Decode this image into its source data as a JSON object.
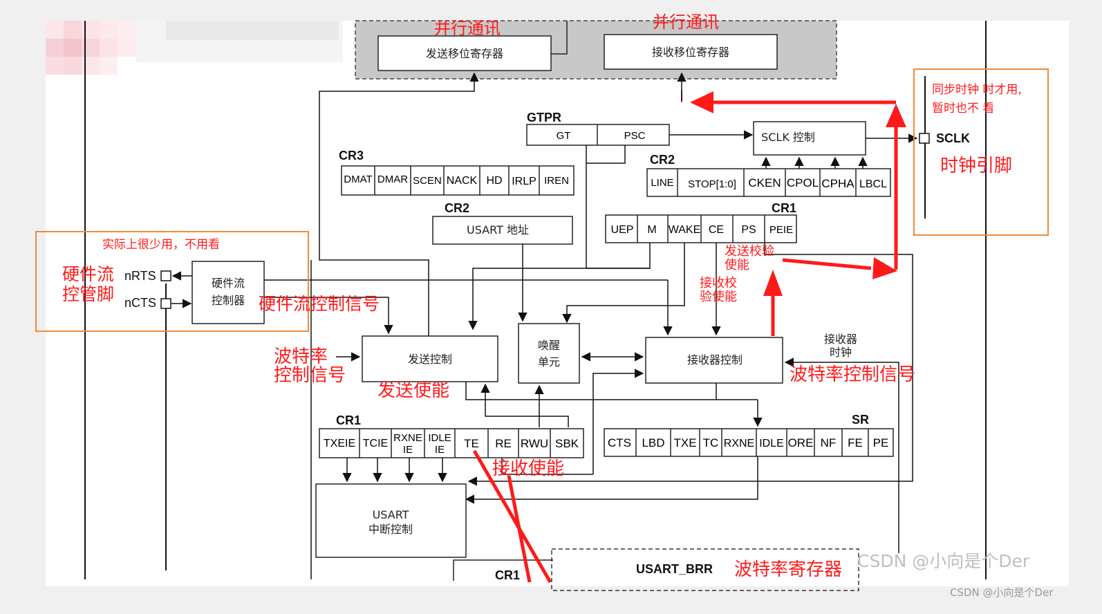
{
  "blocks": {
    "tx_shift": "发送移位寄存器",
    "rx_shift": "接收移位寄存器",
    "sclk_ctrl": "SCLK 控制",
    "usart_addr": "USART 地址",
    "hw_flow_1": "硬件流",
    "hw_flow_2": "控制器",
    "tx_ctrl": "发送控制",
    "wakeup_1": "唤醒",
    "wakeup_2": "单元",
    "rx_ctrl": "接收器控制",
    "rx_clock_1": "接收器",
    "rx_clock_2": "时钟",
    "irq_1": "USART",
    "irq_2": "中断控制",
    "brr": "USART_BRR"
  },
  "registers": {
    "gtpr": {
      "name": "GTPR",
      "bits": [
        "GT",
        "PSC"
      ]
    },
    "cr3": {
      "name": "CR3",
      "bits": [
        "DMAT",
        "DMAR",
        "SCEN",
        "NACK",
        "HD",
        "IRLP",
        "IREN"
      ]
    },
    "cr2_top": {
      "name": "CR2",
      "bits": [
        "LINE",
        "STOP[1:0]",
        "CKEN",
        "CPOL",
        "CPHA",
        "LBCL"
      ]
    },
    "cr2_mid": {
      "name": "CR2"
    },
    "cr1_mid": {
      "name": "CR1",
      "bits": [
        "UEP",
        "M",
        "WAKE",
        "CE",
        "PS",
        "PEIE"
      ]
    },
    "cr1_low": {
      "name": "CR1",
      "bits": [
        "TXEIE",
        "TCIE",
        "RXNE",
        "IE",
        "IDLE",
        "IE",
        "TE",
        "RE",
        "RWU",
        "SBK"
      ]
    },
    "sr": {
      "name": "SR",
      "bits": [
        "CTS",
        "LBD",
        "TXE",
        "TC",
        "RXNE",
        "IDLE",
        "ORE",
        "NF",
        "FE",
        "PE"
      ]
    },
    "cr1_bottom": {
      "name": "CR1"
    }
  },
  "pins": {
    "nrts": "nRTS",
    "ncts": "nCTS",
    "sclk": "SCLK"
  },
  "annotations": {
    "parallel_1": "并行通讯",
    "parallel_2": "并行通讯",
    "hw_pins_1": "硬件流",
    "hw_pins_2": "控管脚",
    "hw_signal": "硬件流控制信号",
    "baud_sig_l1": "波特率",
    "baud_sig_l2": "控制信号",
    "tx_enable": "发送使能",
    "rx_enable": "接收使能",
    "tx_parity_1": "发送校验",
    "tx_parity_2": "使能",
    "rx_parity_1": "接收校",
    "rx_parity_2": "验使能",
    "baud_sig_r": "波特率控制信号",
    "clock_pin": "时钟引脚",
    "baud_reg": "波特率寄存器",
    "note_rare": "实际上很少用，不用看",
    "note_sync_1": "同步时钟 时才用,",
    "note_sync_2": "暂时也不 看"
  },
  "watermarks": {
    "center": "CSDN @小向是个Der",
    "corner": "CSDN @小向是个Der"
  },
  "colors": {
    "annotation_red": "#ff1a1a",
    "note_box_orange": "#ef8a3c",
    "shift_area_gray": "#c8c8c8"
  }
}
